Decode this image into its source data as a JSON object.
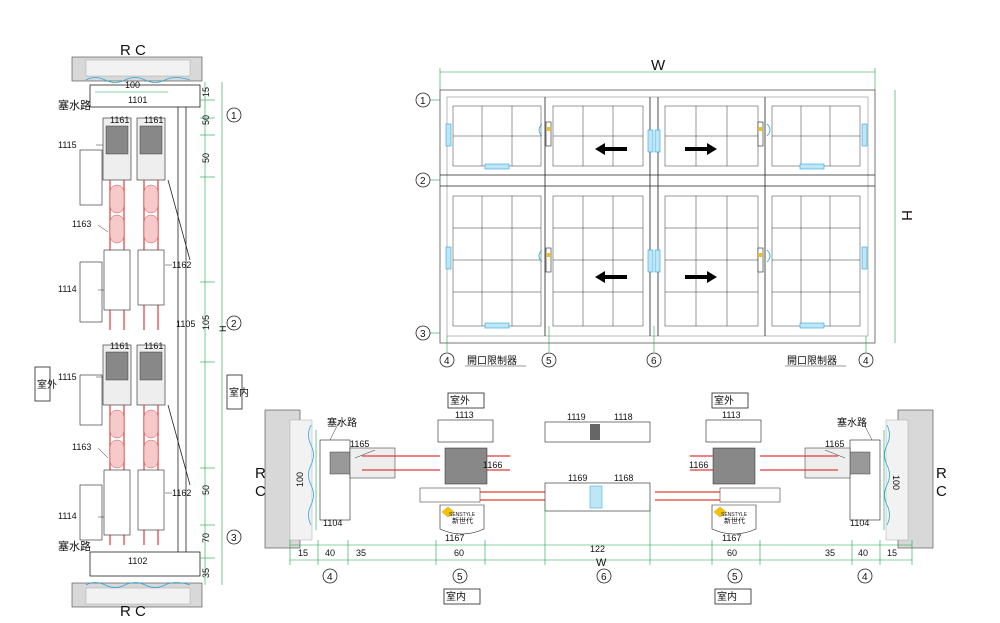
{
  "left_section": {
    "top_label": "R C",
    "bottom_label": "R C",
    "seal_top": "塞水路",
    "seal_bottom": "塞水路",
    "outdoor": "室外",
    "indoor": "室内",
    "dims": {
      "d100": "100",
      "d15": "15",
      "d50a": "50",
      "d50b": "50",
      "d105": "105",
      "d50c": "50",
      "d70": "70",
      "d35": "35",
      "H": "H"
    },
    "parts": {
      "p1101": "1101",
      "p1161a": "1161",
      "p1161b": "1161",
      "p1115a": "1115",
      "p1163a": "1163",
      "p1162a": "1162",
      "p1114a": "1114",
      "p1105": "1105",
      "p1161c": "1161",
      "p1161d": "1161",
      "p1115b": "1115",
      "p1163b": "1163",
      "p1162b": "1162",
      "p1114b": "1114",
      "p1102": "1102"
    },
    "markers": {
      "m1": "1",
      "m2": "2",
      "m3": "3"
    }
  },
  "elevation": {
    "W": "W",
    "H": "H",
    "markers": {
      "m1": "1",
      "m2": "2",
      "m3": "3",
      "m4a": "4",
      "m5": "5",
      "m6": "6",
      "m4b": "4"
    },
    "limiter_left": "開口限制器",
    "limiter_right": "開口限制器"
  },
  "plan": {
    "seal_left": "塞水路",
    "seal_right": "塞水路",
    "outdoor_left": "室外",
    "outdoor_right": "室外",
    "indoor_left": "室内",
    "indoor_right": "室内",
    "rc_left": "R\nC",
    "rc_left_r": "R",
    "rc_left_c": "C",
    "rc_right_r": "R",
    "rc_right_c": "C",
    "parts": {
      "p1113a": "1113",
      "p1119": "1119",
      "p1118": "1118",
      "p1113b": "1113",
      "p1165a": "1165",
      "p1166a": "1166",
      "p1169": "1169",
      "p1168": "1168",
      "p1166b": "1166",
      "p1165b": "1165",
      "p1104a": "1104",
      "p1167a": "1167",
      "p1167b": "1167",
      "p1104b": "1104"
    },
    "dims": {
      "d100a": "100",
      "d100b": "100",
      "d15a": "15",
      "d40a": "40",
      "d35a": "35",
      "d60a": "60",
      "d122": "122",
      "d60b": "60",
      "d35b": "35",
      "d40b": "40",
      "d15b": "15",
      "W": "W"
    },
    "markers": {
      "m4a": "4",
      "m5a": "5",
      "m6": "6",
      "m5b": "5",
      "m4b": "4"
    },
    "brand": "SENSTYLE",
    "brand_cn": "新世代"
  }
}
